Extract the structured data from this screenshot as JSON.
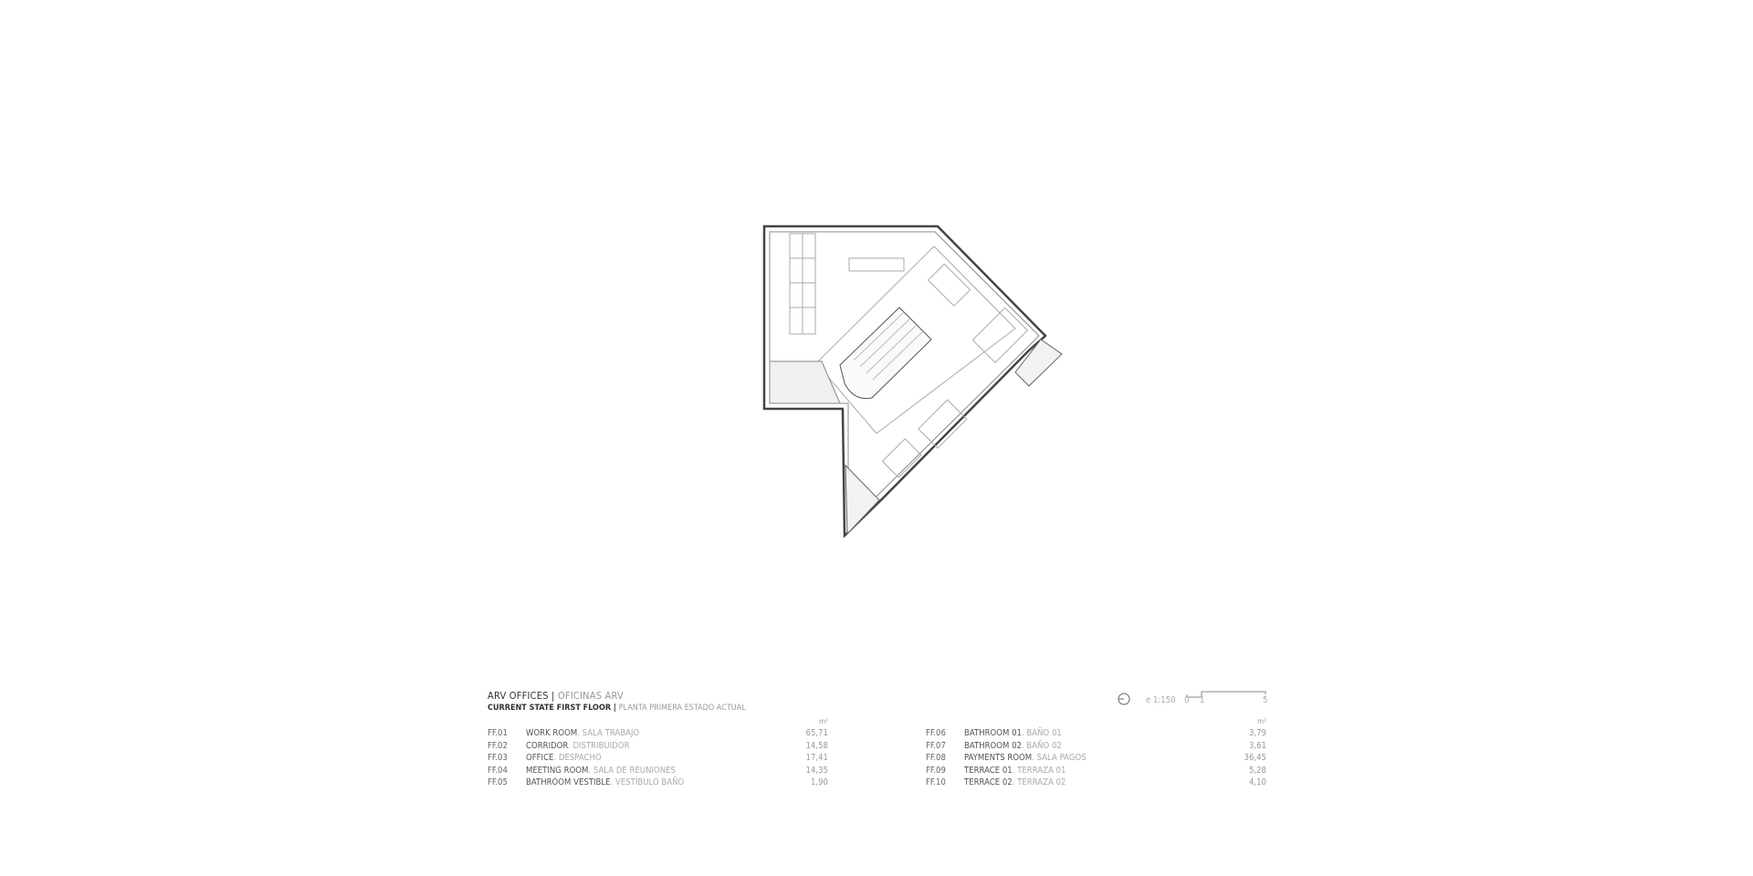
{
  "title": {
    "en": "ARV OFFICES",
    "sep": " | ",
    "es": "OFICINAS ARV"
  },
  "subtitle": {
    "en": "CURRENT STATE FIRST FLOOR",
    "sep": " | ",
    "es": "PLANTA PRIMERA ESTADO ACTUAL"
  },
  "scale": {
    "label": "e 1:150",
    "ticks": [
      "0",
      "1",
      "5"
    ],
    "north_icon": "north-arrow-icon"
  },
  "unit": "m²",
  "rooms_left": [
    {
      "code": "FF.01",
      "en": "WORK ROOM",
      "es": "SALA TRABAJO",
      "area": "65,71"
    },
    {
      "code": "FF.02",
      "en": "CORRIDOR",
      "es": "DISTRIBUIDOR",
      "area": "14,58"
    },
    {
      "code": "FF.03",
      "en": "OFFICE",
      "es": "DESPACHO",
      "area": "17,41"
    },
    {
      "code": "FF.04",
      "en": "MEETING ROOM",
      "es": "SALA DE REUNIONES",
      "area": "14,35"
    },
    {
      "code": "FF.05",
      "en": "BATHROOM VESTIBLE",
      "es": "VESTÍBULO BAÑO",
      "area": "1,90"
    }
  ],
  "rooms_right": [
    {
      "code": "FF.06",
      "en": "BATHROOM 01",
      "es": "BAÑO 01",
      "area": "3,79"
    },
    {
      "code": "FF.07",
      "en": "BATHROOM 02",
      "es": "BAÑO 02",
      "area": "3,61"
    },
    {
      "code": "FF.08",
      "en": "PAYMENTS ROOM",
      "es": "SALA PAGOS",
      "area": "36,45"
    },
    {
      "code": "FF.09",
      "en": "TERRACE 01",
      "es": "TERRAZA 01",
      "area": "5,28"
    },
    {
      "code": "FF.10",
      "en": "TERRACE 02",
      "es": "TERRAZA 02",
      "area": "4,10"
    }
  ]
}
